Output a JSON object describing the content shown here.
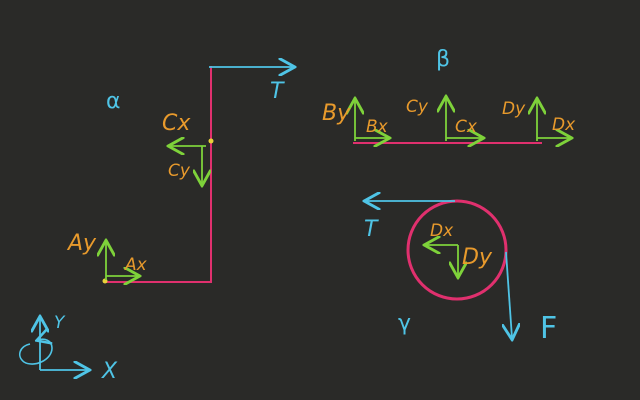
{
  "colors": {
    "background": "#2a2a28",
    "cyan": "#4fc4e6",
    "orange": "#e89a2c",
    "green": "#7ed23a",
    "magenta": "#e0306e"
  },
  "bodies": {
    "alpha": {
      "label": "α",
      "forces": {
        "ay": "Ay",
        "ax": "Ax",
        "cx": "Cx",
        "cy": "Cy",
        "tension": "T"
      }
    },
    "beta": {
      "label": "β",
      "forces": {
        "by": "By",
        "bx": "Bx",
        "cy": "Cy",
        "cx": "Cx",
        "dy": "Dy",
        "dx": "Dx"
      }
    },
    "gamma": {
      "label": "γ",
      "forces": {
        "tension": "T",
        "dx": "Dx",
        "dy": "Dy",
        "applied": "F"
      }
    }
  },
  "axes": {
    "y_label": "Y",
    "x_label": "X"
  }
}
